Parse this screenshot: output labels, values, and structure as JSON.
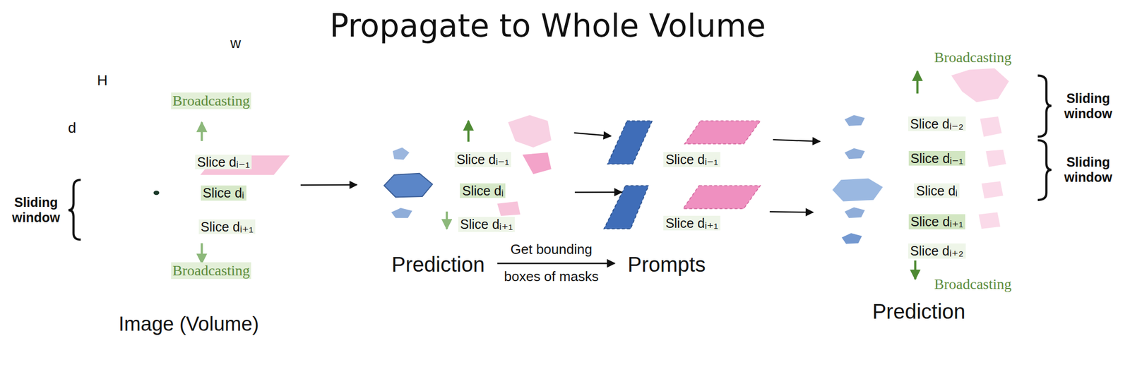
{
  "diagram": {
    "title": "Propagate to Whole Volume",
    "nodes": [
      {
        "text": [
          "Slice dᵢ₋₁"
        ]
      },
      {
        "text": [
          "Slice dᵢ"
        ]
      },
      {
        "text": [
          "Slice dᵢ₊₁"
        ]
      },
      {
        "text": [
          "Slice dᵢ₋₁"
        ]
      },
      {
        "text": [
          "Slice dᵢ"
        ]
      },
      {
        "text": [
          "Slice dᵢ₊₁"
        ]
      },
      {
        "text": [
          "Slice dᵢ₋₁"
        ]
      },
      {
        "text": [
          "Slice dᵢ₊₁"
        ]
      },
      {
        "text": [
          "Slice dᵢ₋₂"
        ]
      },
      {
        "text": [
          "Slice dᵢ₋₁"
        ]
      },
      {
        "text": [
          "Slice dᵢ"
        ]
      },
      {
        "text": [
          "Slice dᵢ₊₁"
        ]
      },
      {
        "text": [
          "Slice dᵢ₊₂"
        ]
      }
    ],
    "edges": [
      {
        "from": 1,
        "to": 4,
        "arrow": "to"
      },
      {
        "from": 3,
        "to": 6,
        "arrow": "to"
      },
      {
        "from": 5,
        "to": 7,
        "arrow": "to"
      },
      {
        "from": 6,
        "to": 9,
        "arrow": "to"
      },
      {
        "from": 7,
        "to": 11,
        "arrow": "to"
      }
    ],
    "labels": [
      "w",
      "H",
      "d",
      "Broadcasting",
      "Sliding window",
      "Broadcasting",
      "Image (Volume)",
      "Prediction",
      "Get bounding",
      "boxes of masks",
      "Prompts",
      "Broadcasting",
      "Sliding window",
      "Sliding window",
      "Broadcasting",
      "Prediction"
    ]
  }
}
